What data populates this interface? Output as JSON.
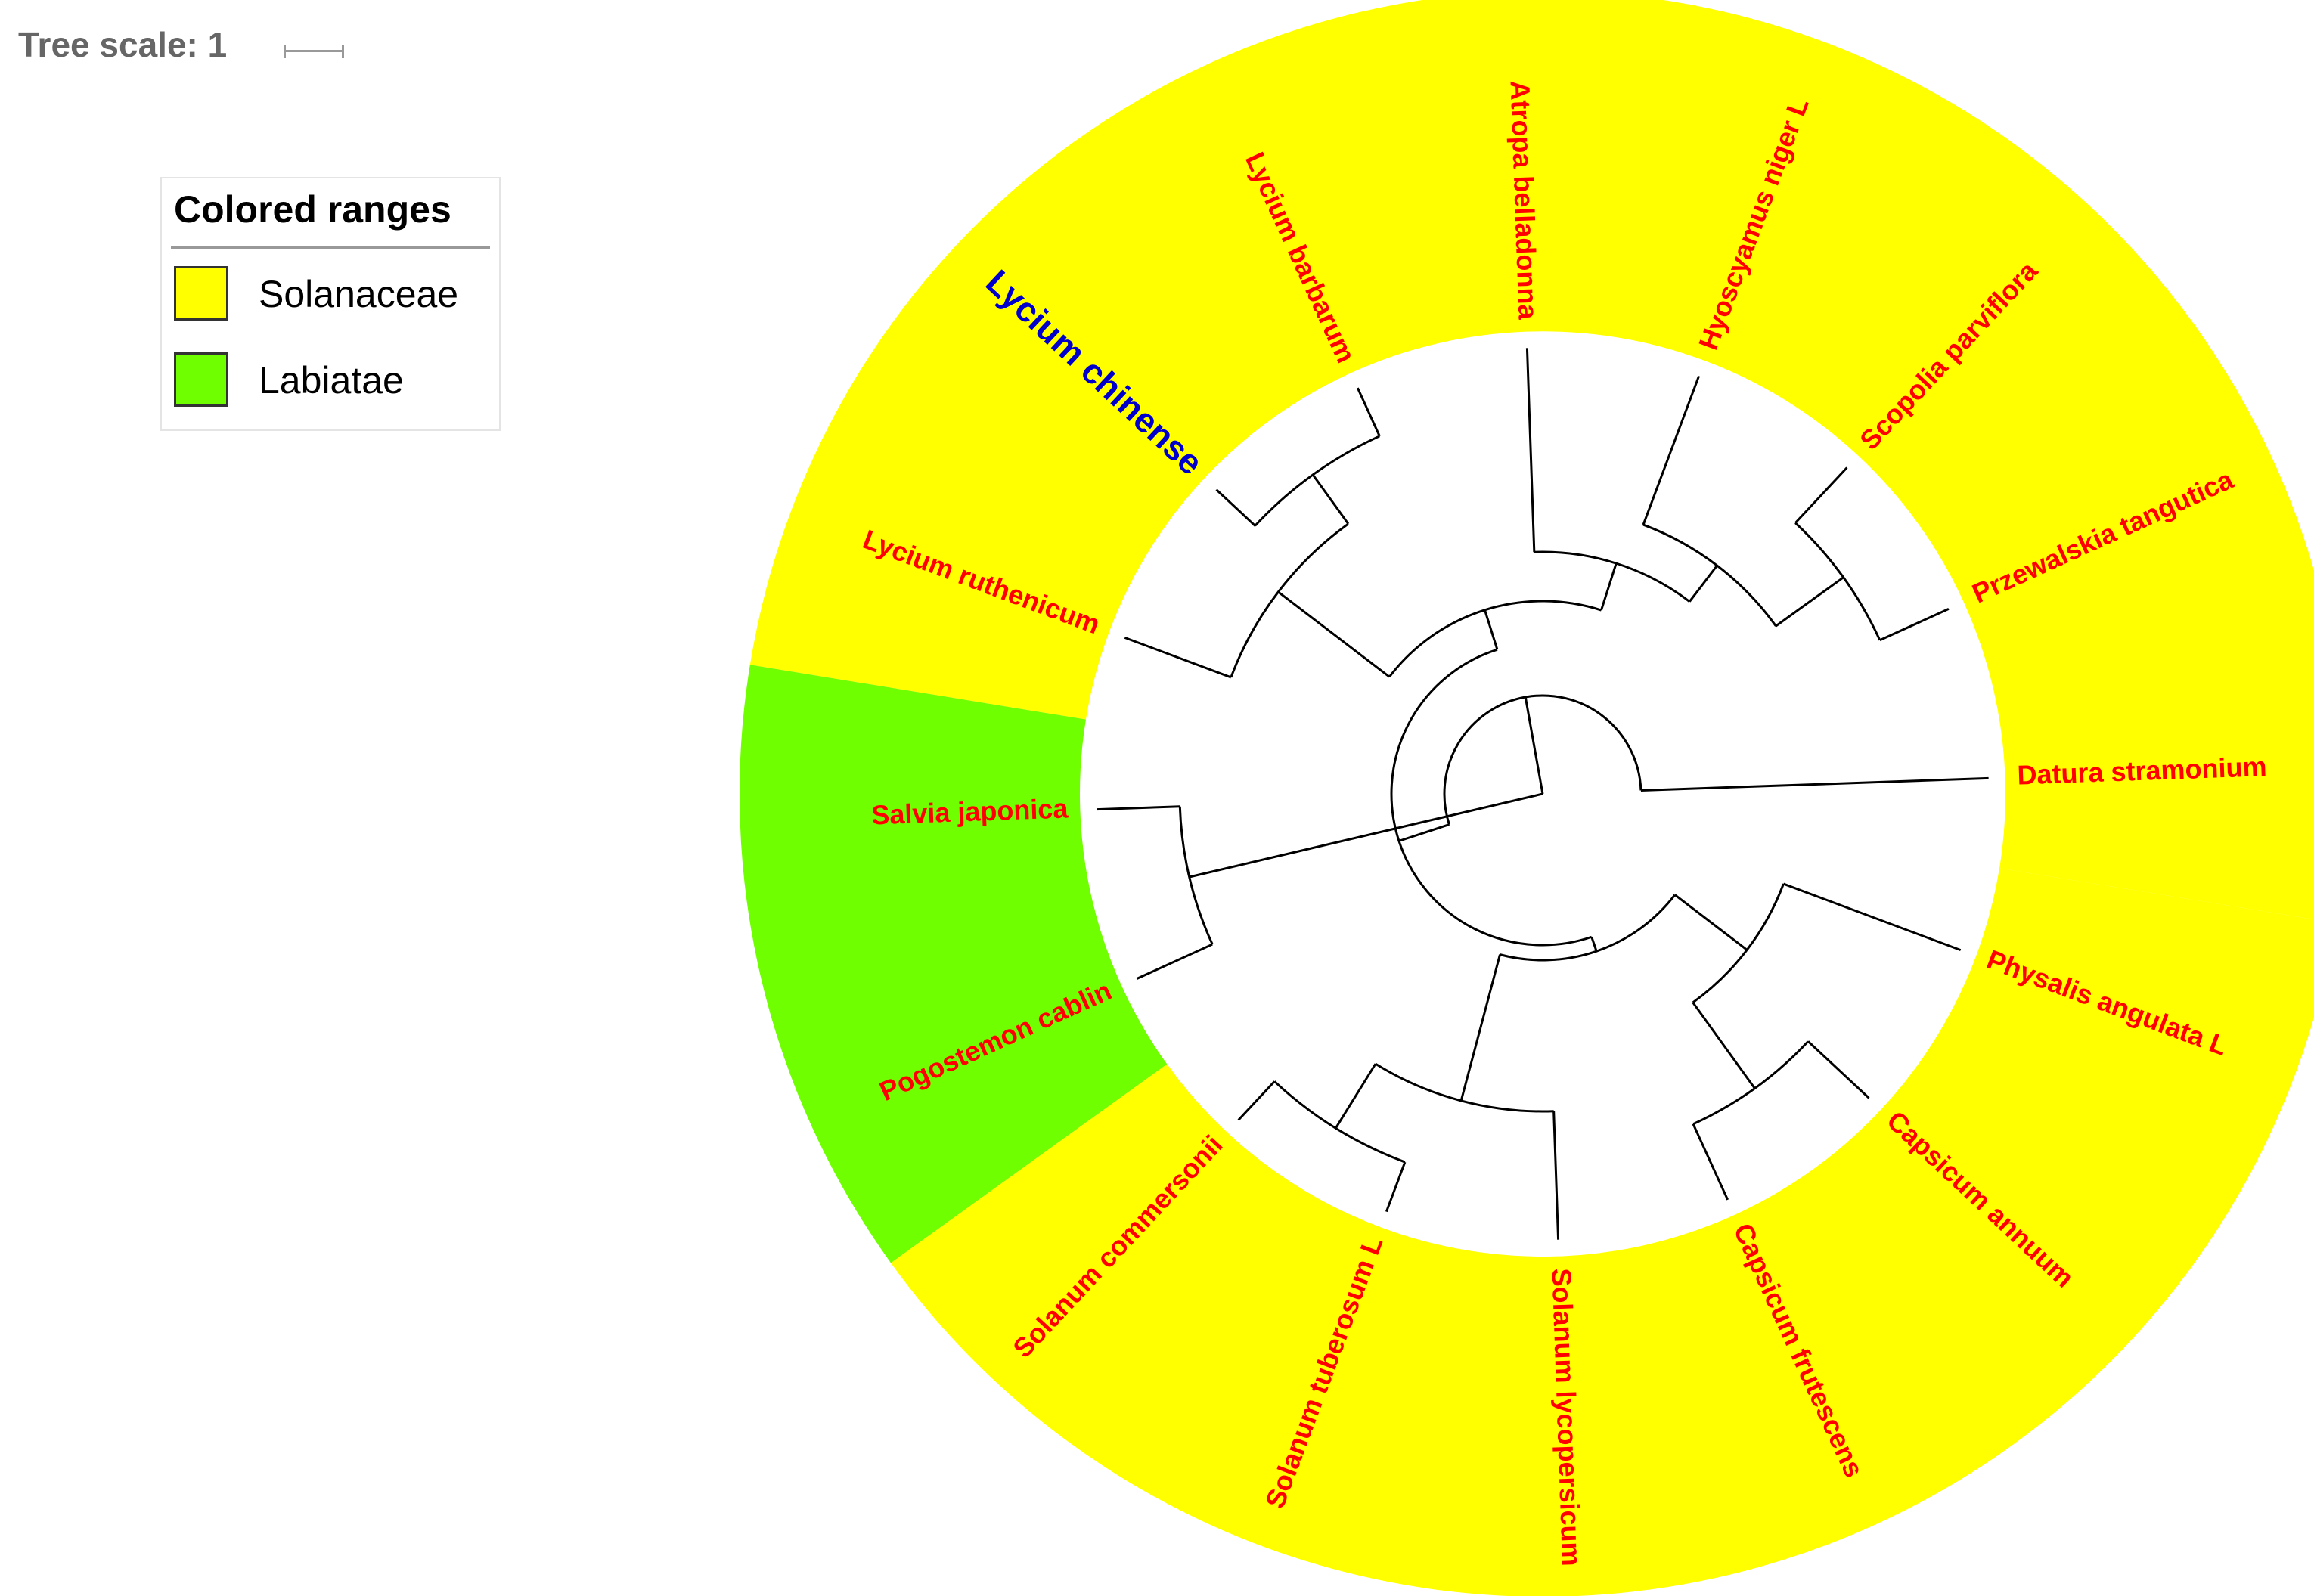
{
  "tree_scale": {
    "label": "Tree scale: 1"
  },
  "legend": {
    "title": "Colored ranges",
    "items": [
      {
        "label": "Solanaceae",
        "color": "#ffff00"
      },
      {
        "label": "Labiatae",
        "color": "#70ff00"
      }
    ]
  },
  "colors": {
    "leaf_label": "#ff0000",
    "highlight_label": "#0000cc",
    "branch": "#000000"
  },
  "leaves": [
    {
      "label": "Datura stramonium",
      "range": "Solanaceae"
    },
    {
      "label": "Przewalskia tangutica",
      "range": "Solanaceae"
    },
    {
      "label": "Scopolia parviflora",
      "range": "Solanaceae"
    },
    {
      "label": "Hyoscyamus niger L",
      "range": "Solanaceae"
    },
    {
      "label": "Atropa belladonna",
      "range": "Solanaceae"
    },
    {
      "label": "Lycium barbarum",
      "range": "Solanaceae"
    },
    {
      "label": "Lycium chinense",
      "range": "Solanaceae",
      "highlight": true
    },
    {
      "label": "Lycium ruthenicum",
      "range": "Solanaceae"
    },
    {
      "label": "Salvia japonica",
      "range": "Labiatae"
    },
    {
      "label": "Pogostemon cablin",
      "range": "Labiatae"
    },
    {
      "label": "Solanum commersonii",
      "range": "Solanaceae"
    },
    {
      "label": "Solanum tuberosum L",
      "range": "Solanaceae"
    },
    {
      "label": "Solanum lycopersicum",
      "range": "Solanaceae"
    },
    {
      "label": "Capsicum frutescens",
      "range": "Solanaceae"
    },
    {
      "label": "Capsicum annuum",
      "range": "Solanaceae"
    },
    {
      "label": "Physalis angulata L",
      "range": "Solanaceae"
    }
  ]
}
